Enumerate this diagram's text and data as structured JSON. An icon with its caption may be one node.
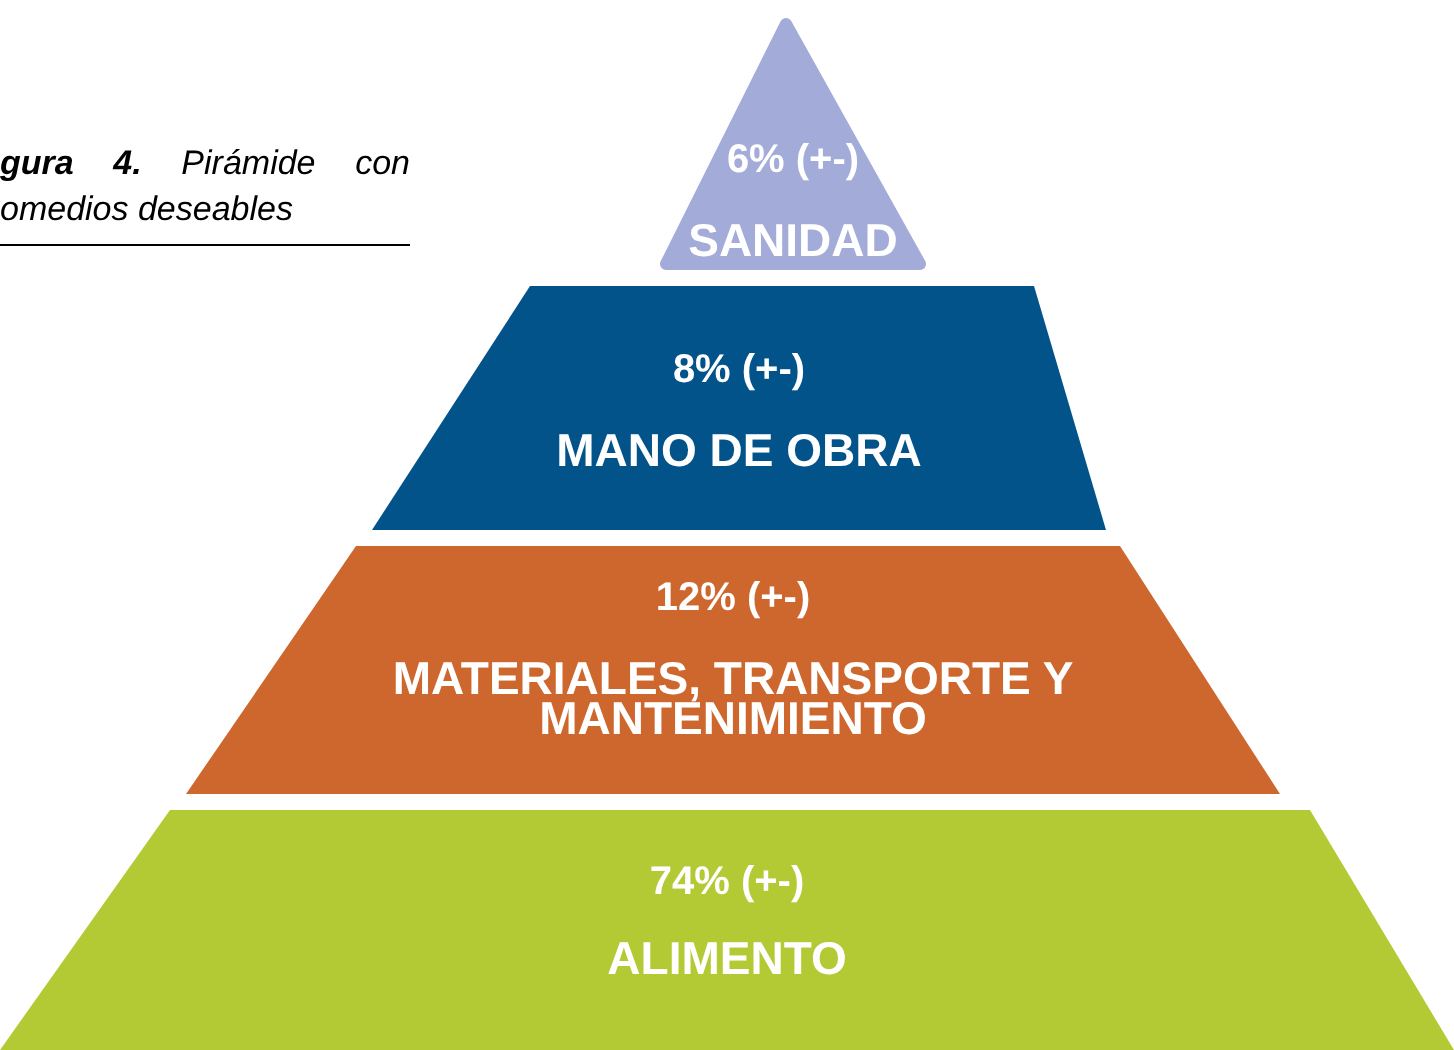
{
  "diagram": {
    "caption": "**gura 4.** Pirámide con omedios deseables",
    "nodes": [
      {
        "text": [
          "6% (+-)",
          "SANIDAD"
        ]
      },
      {
        "text": [
          "8% (+-)",
          "MANO DE OBRA"
        ]
      },
      {
        "text": [
          "12% (+-)",
          "MATERIALES, TRANSPORTE Y MANTENIMIENTO"
        ]
      },
      {
        "text": [
          "74% (+-)",
          "ALIMENTO"
        ]
      }
    ]
  }
}
